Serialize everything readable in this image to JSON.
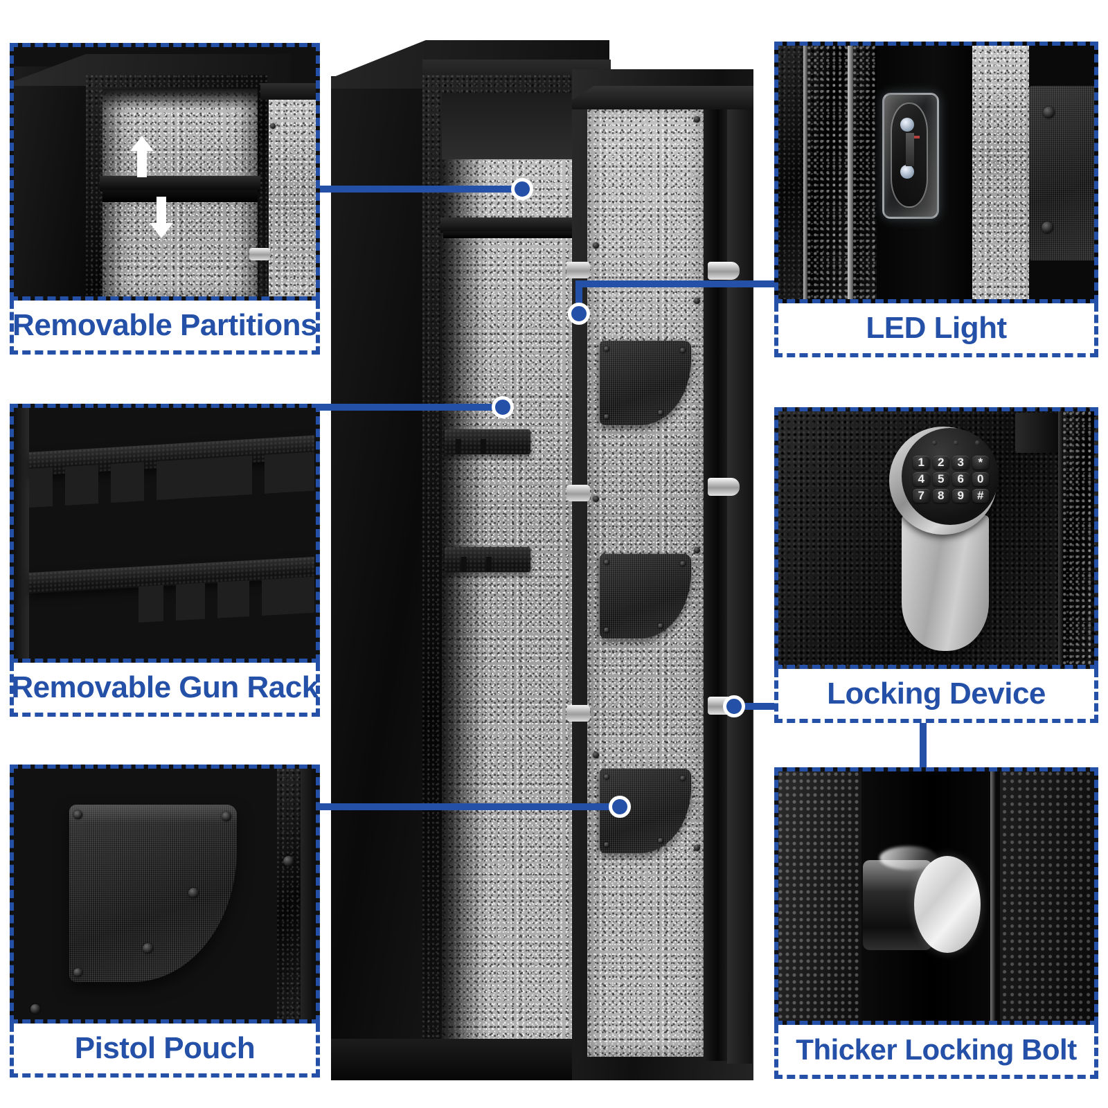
{
  "page": {
    "title": "Gun Safe Feature Callout Infographic",
    "accent_color": "#2450A8",
    "background_color": "#FFFFFF"
  },
  "panels": [
    {
      "id": "removable-partitions",
      "label": "Removable Partitions",
      "position": "top-left",
      "photo_description": "Interior top compartment with adjustable shelf and up/down arrows"
    },
    {
      "id": "removable-gun-rack",
      "label": "Removable Gun Rack",
      "position": "middle-left",
      "photo_description": "Two black foam gun rack bars mounted on grey felt lining"
    },
    {
      "id": "pistol-pouch",
      "label": "Pistol Pouch",
      "position": "bottom-left",
      "photo_description": "Black nylon pistol holster pouch riveted to grey felt door panel"
    },
    {
      "id": "led-light",
      "label": "LED Light",
      "position": "top-right",
      "photo_description": "Clear plastic LED light strip mounted in the safe interior"
    },
    {
      "id": "locking-device",
      "label": "Locking Device",
      "position": "middle-right",
      "photo_description": "Round digital keypad lock with silver handle on black safe door"
    },
    {
      "id": "thicker-locking-bolt",
      "label": "Thicker Locking Bolt",
      "position": "bottom-right",
      "photo_description": "Chrome locking bolt extended from glossy black safe door edge"
    }
  ],
  "keypad": {
    "keys": [
      "1",
      "2",
      "3",
      "*",
      "4",
      "5",
      "6",
      "0",
      "7",
      "8",
      "9",
      "#"
    ],
    "indicator_count": 3
  },
  "partition_arrows": {
    "up": "▲",
    "down": "▼"
  },
  "center_image": {
    "description": "Tall black steel gun safe shown open with grey felt lining, gun rack straps, pistol pouches on the door and chrome locking bolts",
    "callout_points": 4
  }
}
